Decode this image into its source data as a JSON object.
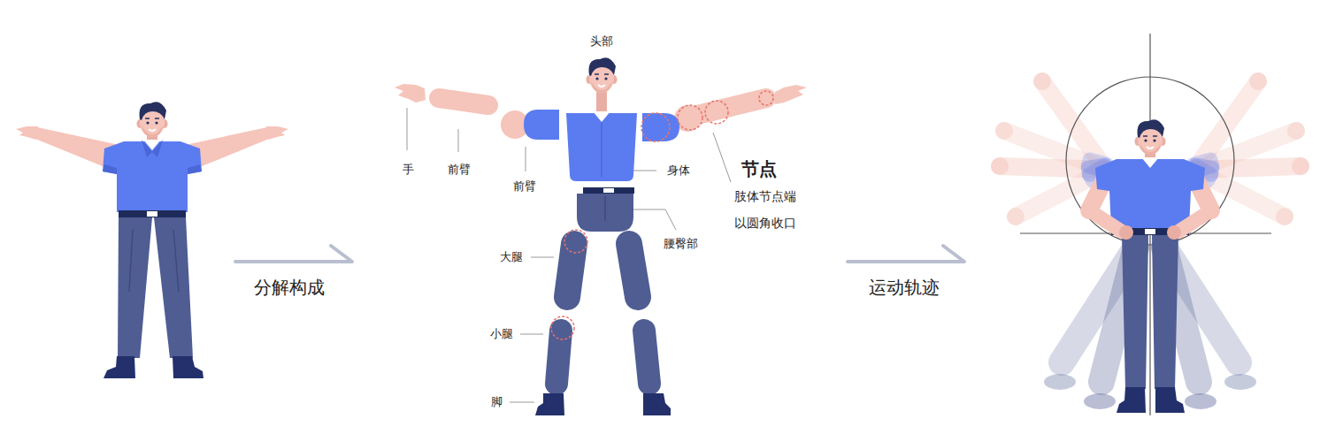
{
  "diagram": {
    "labels": [
      "头部",
      "手",
      "前臂",
      "前臂",
      "身体",
      "节点",
      "肢体节点端 以圆角收口",
      "大腿",
      "腰臀部",
      "小腿",
      "脚",
      "分解构成",
      "运动轨迹"
    ]
  }
}
